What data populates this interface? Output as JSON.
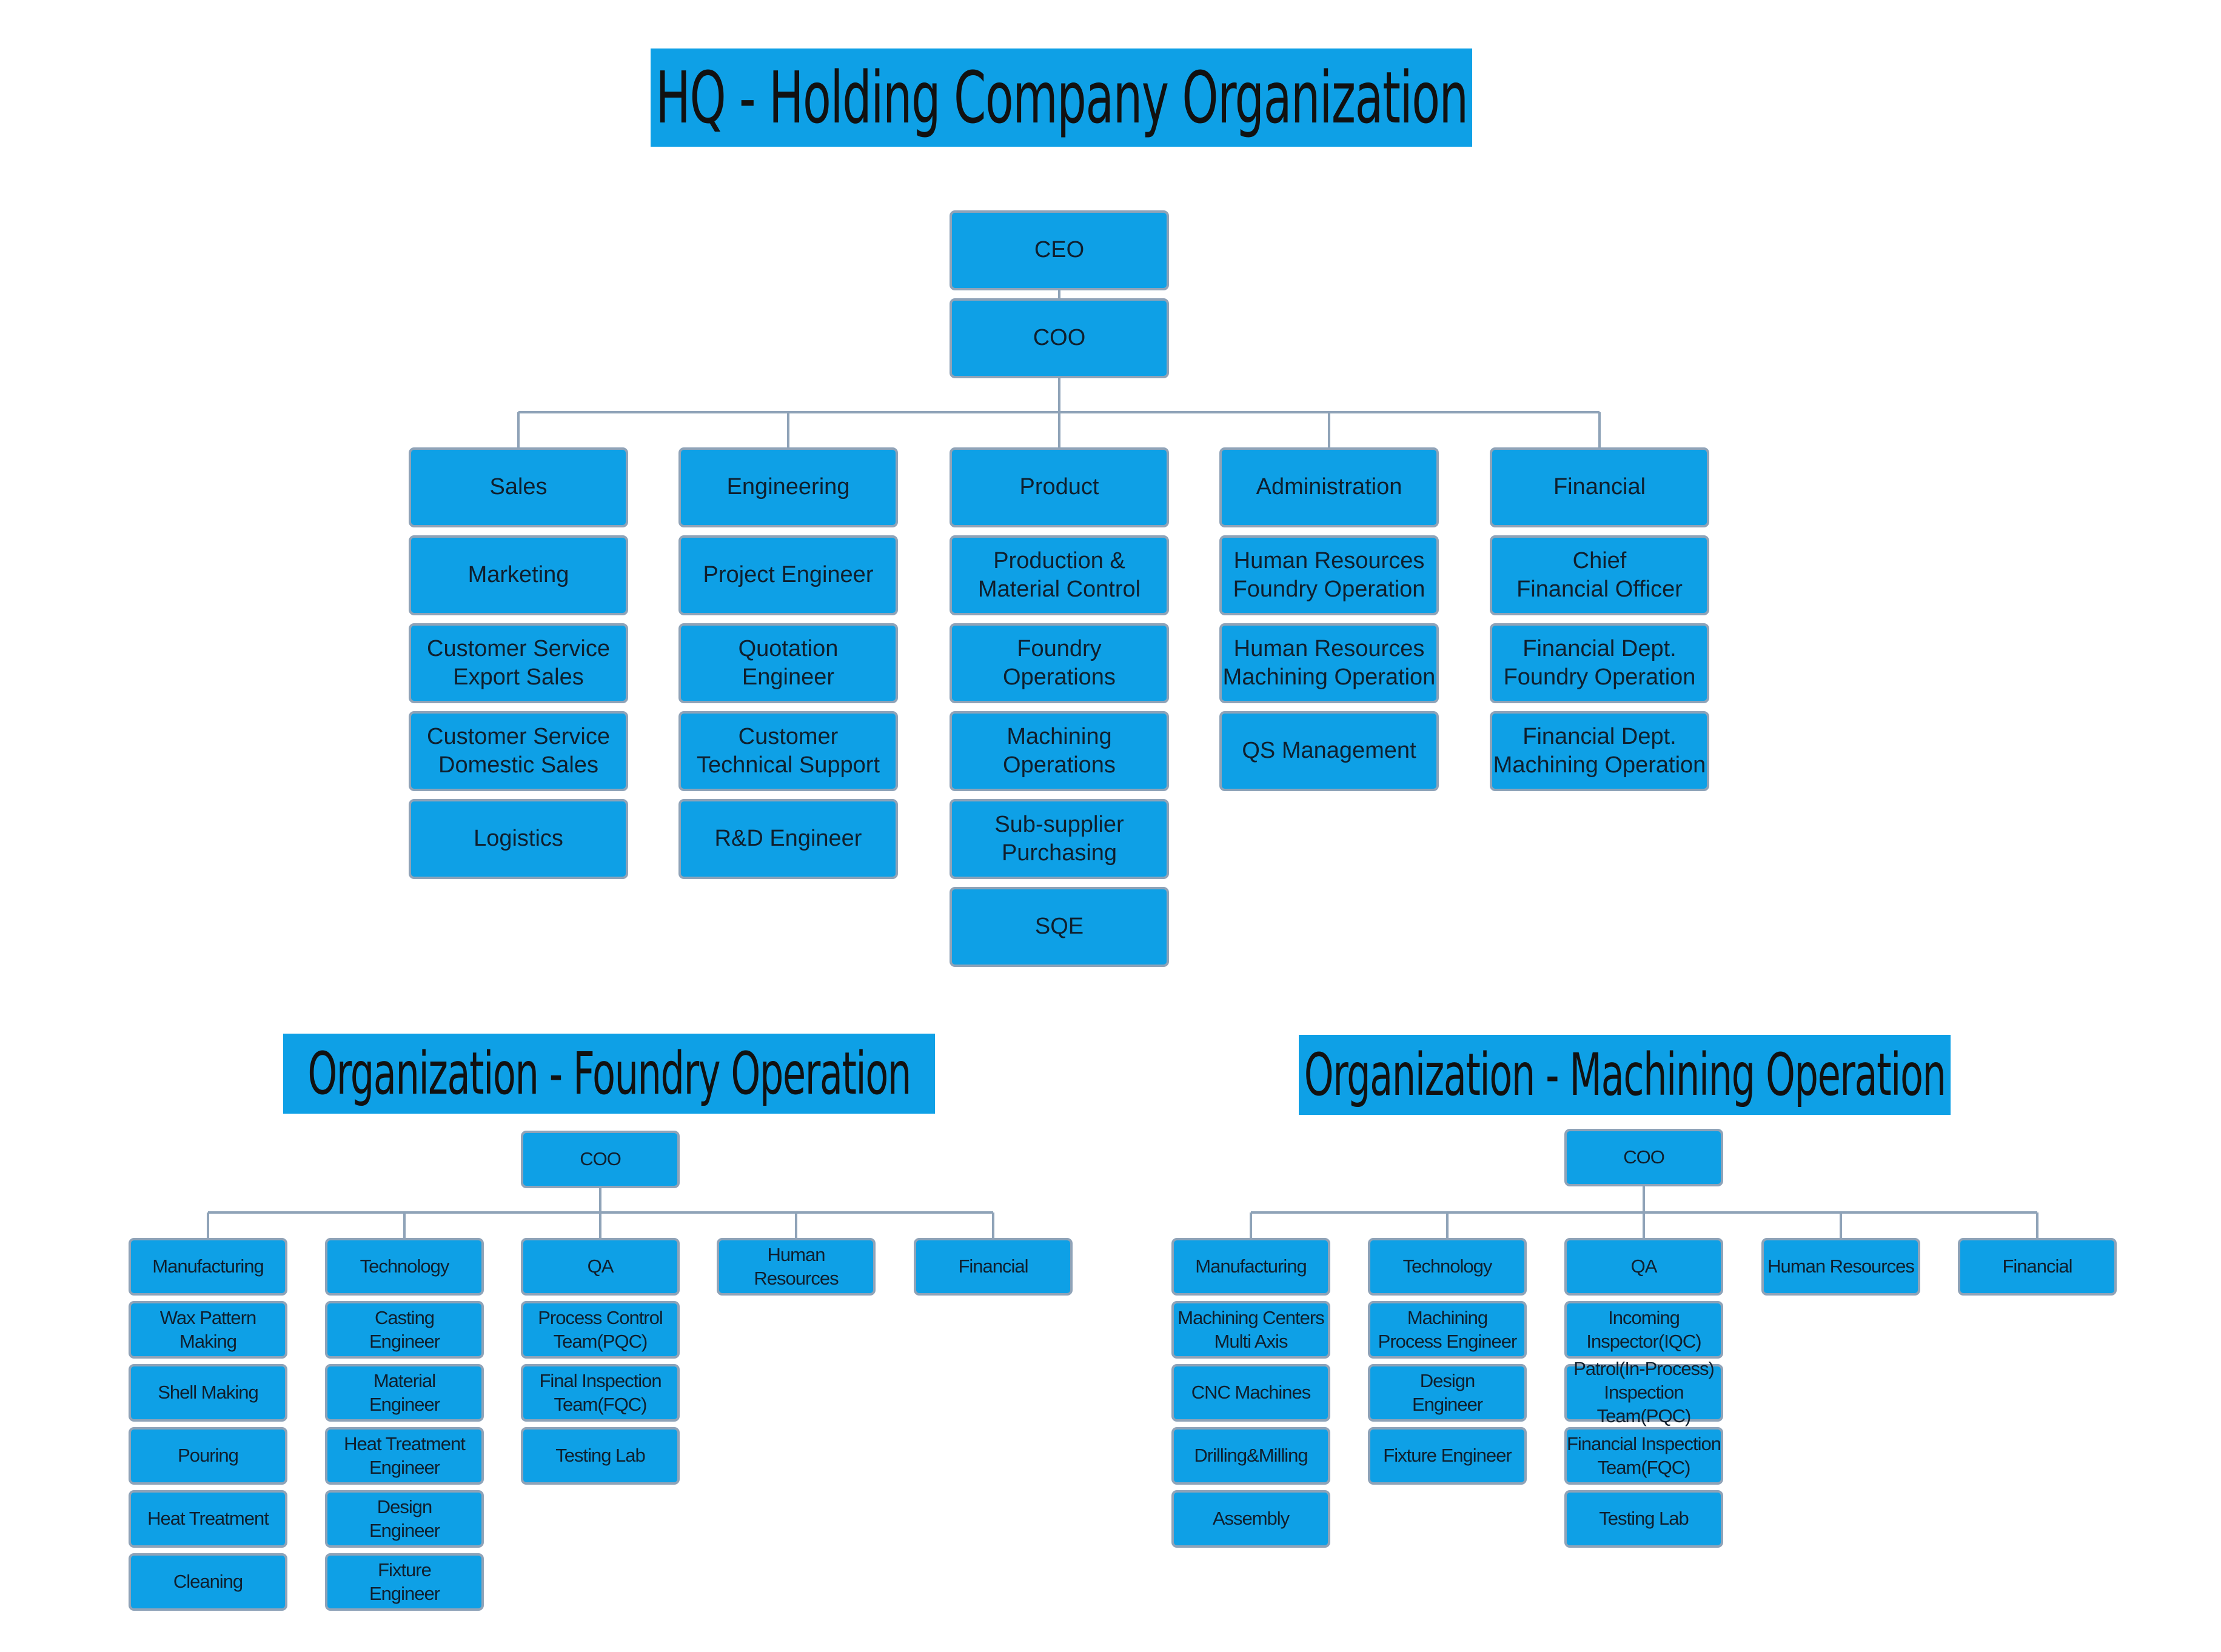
{
  "hq": {
    "title": "HQ - Holding Company Organization",
    "ceo": "CEO",
    "coo": "COO",
    "departments": [
      {
        "head": "Sales",
        "items": [
          "Marketing",
          "Customer Service\nExport  Sales",
          "Customer Service\nDomestic Sales",
          "Logistics"
        ]
      },
      {
        "head": "Engineering",
        "items": [
          "Project Engineer",
          "Quotation\nEngineer",
          "Customer\nTechnical Support",
          "R&D Engineer"
        ]
      },
      {
        "head": "Product",
        "items": [
          "Production &\nMaterial Control",
          "Foundry\nOperations",
          "Machining\nOperations",
          "Sub-supplier\nPurchasing",
          "SQE"
        ]
      },
      {
        "head": "Administration",
        "items": [
          "Human Resources\nFoundry Operation",
          "Human Resources\nMachining Operation",
          "QS Management"
        ]
      },
      {
        "head": "Financial",
        "items": [
          "Chief\nFinancial Officer",
          "Financial Dept.\nFoundry Operation",
          "Financial Dept.\nMachining Operation"
        ]
      }
    ]
  },
  "foundry": {
    "title": "Organization - Foundry Operation",
    "coo": "COO",
    "departments": [
      {
        "head": "Manufacturing",
        "items": [
          "Wax Pattern\nMaking",
          "Shell Making",
          "Pouring",
          "Heat Treatment",
          "Cleaning"
        ]
      },
      {
        "head": "Technology",
        "items": [
          "Casting\nEngineer",
          "Material\nEngineer",
          "Heat Treatment\nEngineer",
          "Design\nEngineer",
          "Fixture\nEngineer"
        ]
      },
      {
        "head": "QA",
        "items": [
          "Process Control\nTeam(PQC)",
          "Final  Inspection\nTeam(FQC)",
          "Testing Lab"
        ]
      },
      {
        "head": "Human\nResources",
        "items": []
      },
      {
        "head": "Financial",
        "items": []
      }
    ]
  },
  "machining": {
    "title": "Organization - Machining Operation",
    "coo": "COO",
    "departments": [
      {
        "head": "Manufacturing",
        "items": [
          "Machining Centers\nMulti Axis",
          "CNC Machines",
          "Drilling&Milling",
          "Assembly"
        ]
      },
      {
        "head": "Technology",
        "items": [
          "Machining\nProcess Engineer",
          "Design\nEngineer",
          "Fixture Engineer"
        ]
      },
      {
        "head": "QA",
        "items": [
          "Incoming\nInspector(IQC)",
          "Patrol(In-Process)\nInspection Team(PQC)",
          "Financial Inspection\nTeam(FQC)",
          "Testing Lab"
        ]
      },
      {
        "head": "Human Resources",
        "items": []
      },
      {
        "head": "Financial",
        "items": []
      }
    ]
  },
  "colors": {
    "box_fill": "#0ea0e6",
    "box_border": "#8fa3b8",
    "connector": "#8fa3b8",
    "title_fill": "#0ea0e6"
  }
}
